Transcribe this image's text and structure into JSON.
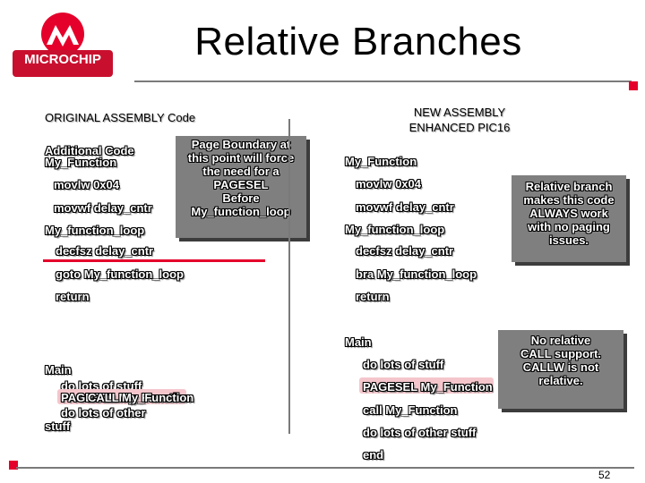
{
  "slide": {
    "title": "Relative Branches",
    "brand": "MICROCHIP",
    "page_number": "52"
  },
  "left": {
    "heading": "ORIGINAL ASSEMBLY Code",
    "line1": "Additional Code",
    "line2": "My_Function",
    "line3": "movlw 0x04",
    "line4": "movwf  delay_cntr",
    "line5": "My_function_loop",
    "line6": "decfsz  delay_cntr",
    "line7": "goto My_function_loop",
    "line8": "return",
    "main_label": "Main",
    "main_line1": "do lots of stuff",
    "main_line2": "PAGESEL My_Function",
    "main_line2_overlap": "CALL My_Function",
    "main_line3": "do lots of other",
    "main_line4": "stuff",
    "callout_lines": [
      "Page Boundary at",
      "this point will force",
      "the need for a",
      "PAGESEL",
      "Before",
      "My_function_loop"
    ]
  },
  "right": {
    "heading_line1": "NEW ASSEMBLY",
    "heading_line2": "ENHANCED PIC16",
    "line1": "My_Function",
    "line2": "movlw 0x04",
    "line3": "movwf  delay_cntr",
    "line4": "My_function_loop",
    "line5": "decfsz  delay_cntr",
    "line6": "bra My_function_loop",
    "line7": "return",
    "main_label": "Main",
    "main_line1": "do lots of stuff",
    "main_line2": "PAGESEL My_Function",
    "main_line3": "call My_Function",
    "main_line4": "do lots of other stuff",
    "main_line5": "end",
    "callout1_lines": [
      "Relative branch",
      "makes this code",
      "ALWAYS work",
      "with no paging",
      "issues."
    ],
    "callout2_lines": [
      "No relative",
      "CALL support.",
      "CALLW is not",
      "relative."
    ]
  },
  "colors": {
    "accent_red": "#e4002b",
    "callout_gray": "#7f7f7f",
    "highlight_pink": "#f4c6cc"
  }
}
